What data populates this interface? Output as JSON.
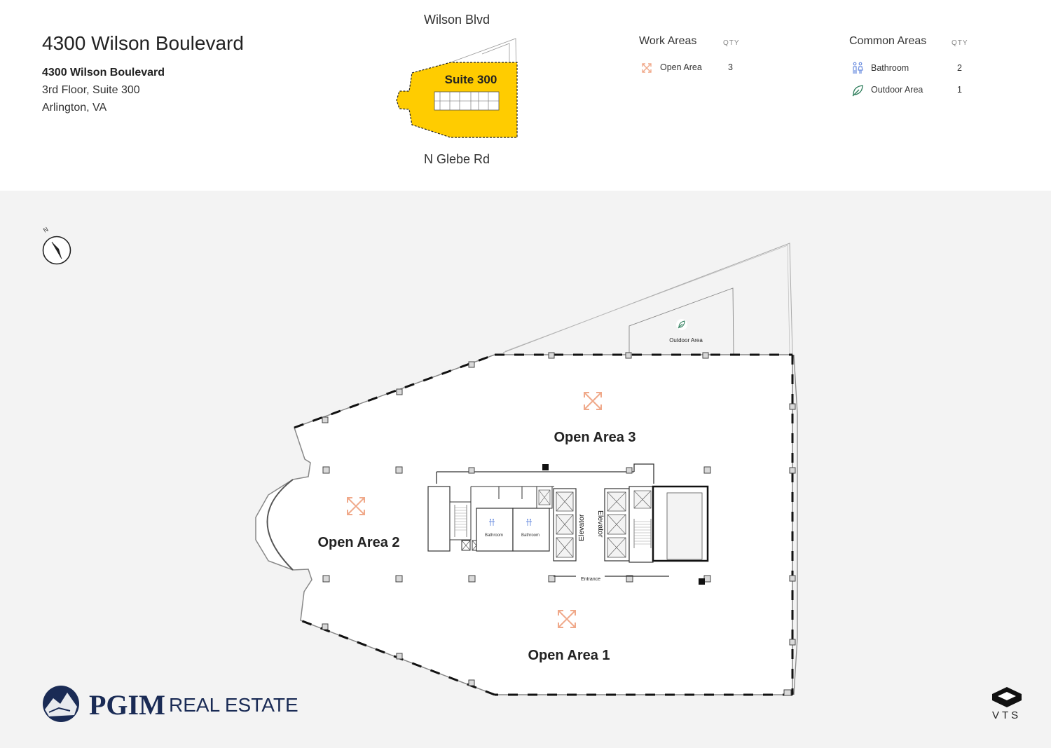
{
  "header": {
    "title": "4300 Wilson Boulevard",
    "address_name": "4300 Wilson Boulevard",
    "address_line2": "3rd Floor, Suite 300",
    "address_line3": "Arlington, VA"
  },
  "keyplan": {
    "street_top": "Wilson Blvd",
    "street_bottom": "N Glebe Rd",
    "suite_label": "Suite 300",
    "highlight_color": "#FFCC00"
  },
  "legend": {
    "qty_header": "QTY",
    "work_areas": {
      "title": "Work Areas",
      "items": [
        {
          "label": "Open Area",
          "qty": "3",
          "icon": "expand-arrows-icon",
          "color": "#F0A98A"
        }
      ]
    },
    "common_areas": {
      "title": "Common Areas",
      "items": [
        {
          "label": "Bathroom",
          "qty": "2",
          "icon": "restroom-icon",
          "color": "#6C8EE0"
        },
        {
          "label": "Outdoor Area",
          "qty": "1",
          "icon": "leaf-icon",
          "color": "#2E7D5B"
        }
      ]
    }
  },
  "compass": {
    "label": "N"
  },
  "floorplan": {
    "areas": [
      "Open Area 3",
      "Open Area 2",
      "Open Area 1"
    ],
    "outdoor_label": "Outdoor Area",
    "rooms": {
      "bathroom_a": "Bathroom",
      "bathroom_b": "Bathroom",
      "elevator_a": "Elevator",
      "elevator_b": "Elevator",
      "entrance": "Entrance"
    }
  },
  "branding": {
    "company_bold": "PGIM",
    "company_rest": "REAL ESTATE",
    "platform": "VTS"
  }
}
